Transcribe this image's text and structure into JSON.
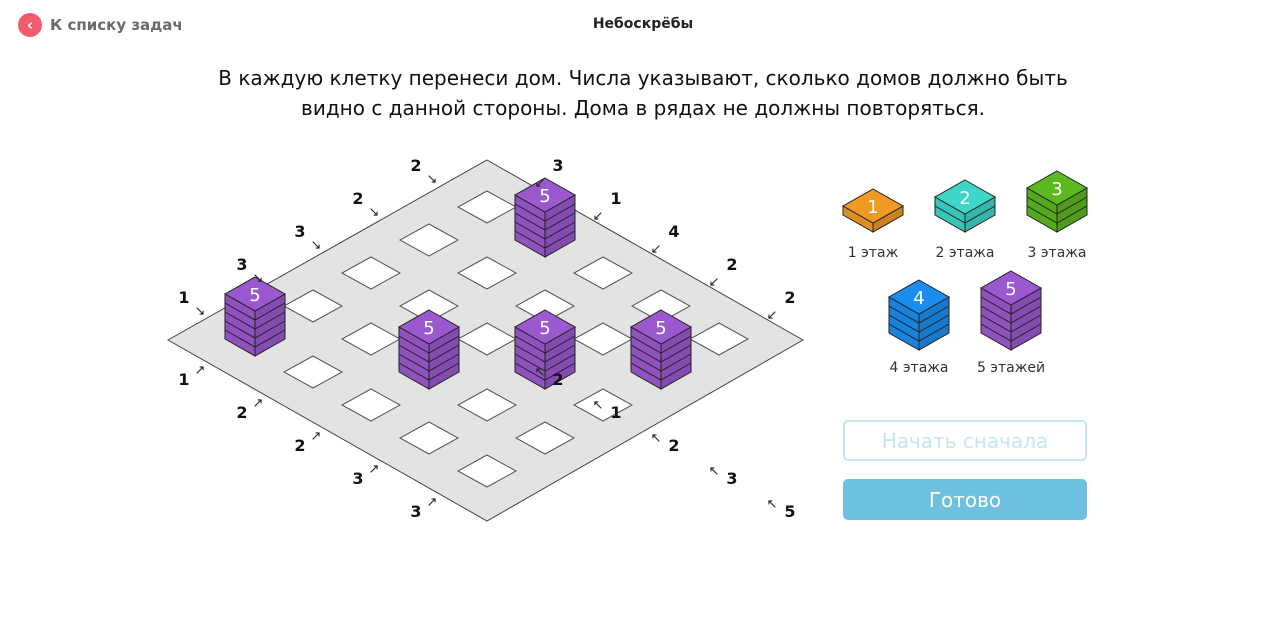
{
  "header": {
    "back_label": "К списку задач",
    "title": "Небоскрёбы"
  },
  "instructions": [
    "В каждую клетку перенеси дом. Числа указывают, сколько домов должно быть",
    "видно с данной стороны. Дома в рядах не должны повторяться."
  ],
  "board": {
    "size": 5,
    "houses": [
      {
        "i": 1,
        "j": 0,
        "floors": 5
      },
      {
        "i": 0,
        "j": 4,
        "floors": 5
      },
      {
        "i": 2,
        "j": 3,
        "floors": 5
      },
      {
        "i": 3,
        "j": 2,
        "floors": 5
      },
      {
        "i": 4,
        "j": 1,
        "floors": 5
      }
    ],
    "clues": {
      "top_left": [
        "2",
        "2",
        "3",
        "3",
        "1"
      ],
      "top_right": [
        "3",
        "1",
        "4",
        "2",
        "2"
      ],
      "bottom_left": [
        "1",
        "2",
        "2",
        "3",
        "3"
      ],
      "bottom_right": [
        "5",
        "3",
        "2",
        "1",
        "2"
      ]
    }
  },
  "palette": [
    {
      "floors": 1,
      "label": "1 этаж",
      "color": "#f09a24"
    },
    {
      "floors": 2,
      "label": "2 этажа",
      "color": "#3dd6c9"
    },
    {
      "floors": 3,
      "label": "3 этажа",
      "color": "#5cb81f"
    },
    {
      "floors": 4,
      "label": "4 этажа",
      "color": "#1a8ef0"
    },
    {
      "floors": 5,
      "label": "5 этажей",
      "color": "#9b59d0"
    }
  ],
  "buttons": {
    "restart": "Начать сначала",
    "done": "Готово"
  }
}
